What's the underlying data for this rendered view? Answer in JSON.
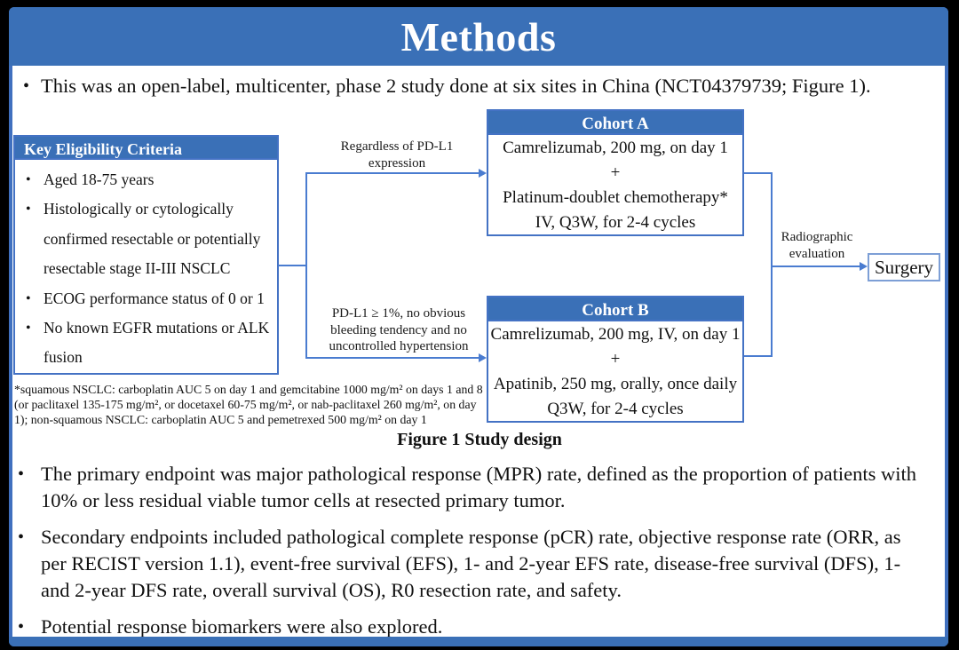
{
  "slide": {
    "title": "Methods",
    "bullet_char": "•",
    "intro_bullet": "This was an open-label, multicenter, phase 2 study done at six sites in China (NCT04379739; Figure 1).",
    "colors": {
      "band_blue": "#3a70b7",
      "box_border_blue": "#4472c4",
      "connector_blue": "#4a7cd0",
      "background": "#ffffff",
      "frame": "#000000"
    }
  },
  "figure": {
    "caption": "Figure 1 Study design",
    "eligibility": {
      "header": "Key Eligibility Criteria",
      "items": [
        "Aged 18-75 years",
        "Histologically or cytologically confirmed resectable or potentially resectable stage II-III NSCLC",
        "ECOG performance status of 0 or 1",
        "No known EGFR mutations or ALK fusion"
      ]
    },
    "branch_labels": {
      "top": "Regardless of PD-L1 expression",
      "bottom": "PD-L1 ≥ 1%, no obvious bleeding tendency and no uncontrolled hypertension"
    },
    "cohort_a": {
      "header": "Cohort A",
      "lines": [
        "Camrelizumab, 200 mg, on day 1",
        "+",
        "Platinum-doublet chemotherapy*",
        "IV, Q3W, for 2-4 cycles"
      ]
    },
    "cohort_b": {
      "header": "Cohort B",
      "lines": [
        "Camrelizumab, 200 mg, IV, on day 1",
        "+",
        "Apatinib, 250 mg, orally, once daily",
        "Q3W, for 2-4 cycles"
      ]
    },
    "evaluation_label": "Radiographic evaluation",
    "surgery_label": "Surgery",
    "footnote": "*squamous NSCLC: carboplatin AUC 5 on day 1 and gemcitabine 1000 mg/m² on days 1 and 8 (or paclitaxel 135-175 mg/m², or docetaxel 60-75 mg/m², or nab-paclitaxel 260 mg/m², on day 1); non-squamous NSCLC: carboplatin AUC 5 and pemetrexed 500 mg/m² on day 1"
  },
  "bullets": [
    "The primary endpoint was major pathological response (MPR) rate, defined as the proportion of patients with 10% or less residual viable tumor cells at resected primary tumor.",
    "Secondary endpoints included pathological complete response (pCR) rate, objective response rate (ORR, as per RECIST version 1.1), event-free survival (EFS), 1- and 2-year EFS rate, disease-free survival (DFS), 1- and 2-year DFS rate, overall survival (OS), R0 resection rate, and safety.",
    "Potential response biomarkers were also explored."
  ]
}
